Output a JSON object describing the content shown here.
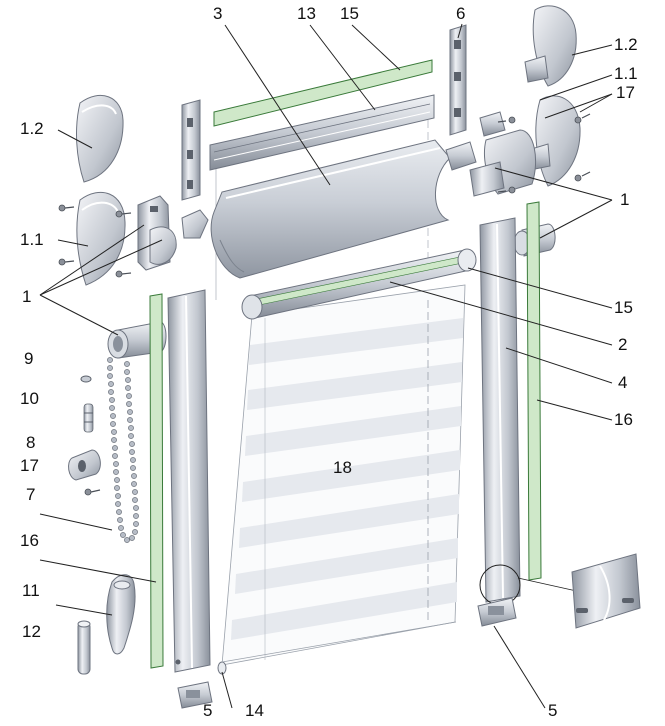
{
  "colors": {
    "metal_light": "#e6e9ee",
    "metal_mid": "#b8bec8",
    "metal_dark": "#8a919c",
    "green_strip": "#cfe8c9",
    "line": "#222222"
  },
  "callouts": [
    {
      "id": "c-3",
      "text": "3"
    },
    {
      "id": "c-13",
      "text": "13"
    },
    {
      "id": "c-15-top",
      "text": "15"
    },
    {
      "id": "c-6",
      "text": "6"
    },
    {
      "id": "c-1-2-right",
      "text": "1.2"
    },
    {
      "id": "c-1-1-right",
      "text": "1.1"
    },
    {
      "id": "c-17-right",
      "text": "17"
    },
    {
      "id": "c-1-2-left",
      "text": "1.2"
    },
    {
      "id": "c-1-1-left",
      "text": "1.1"
    },
    {
      "id": "c-1-right",
      "text": "1"
    },
    {
      "id": "c-1-left",
      "text": "1"
    },
    {
      "id": "c-15-right",
      "text": "15"
    },
    {
      "id": "c-2",
      "text": "2"
    },
    {
      "id": "c-4",
      "text": "4"
    },
    {
      "id": "c-16-right",
      "text": "16"
    },
    {
      "id": "c-9",
      "text": "9"
    },
    {
      "id": "c-10",
      "text": "10"
    },
    {
      "id": "c-8",
      "text": "8"
    },
    {
      "id": "c-17-left",
      "text": "17"
    },
    {
      "id": "c-7",
      "text": "7"
    },
    {
      "id": "c-16-left",
      "text": "16"
    },
    {
      "id": "c-18",
      "text": "18"
    },
    {
      "id": "c-11",
      "text": "11"
    },
    {
      "id": "c-12",
      "text": "12"
    },
    {
      "id": "c-5-left",
      "text": "5"
    },
    {
      "id": "c-14",
      "text": "14"
    },
    {
      "id": "c-5-right",
      "text": "5"
    }
  ]
}
